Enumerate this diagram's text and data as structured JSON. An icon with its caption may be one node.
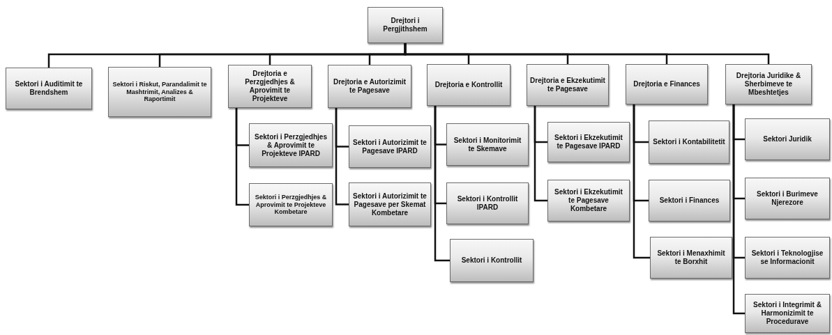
{
  "diagram": {
    "nodes": [
      {
        "text": [
          "Drejtori i Pergjithshem"
        ]
      },
      {
        "text": [
          "Sektori i Auditimit te Brendshem"
        ]
      },
      {
        "text": [
          "Sektori i Riskut, Parandalimit te Mashtrimit, Analizes & Raportimit"
        ]
      },
      {
        "text": [
          "Drejtoria e Perzgjedhjes & Aprovimit te Projekteve"
        ]
      },
      {
        "text": [
          "Drejtoria e Autorizimit te Pagesave"
        ]
      },
      {
        "text": [
          "Drejtoria e Kontrollit"
        ]
      },
      {
        "text": [
          "Drejtoria e Ekzekutimit te Pagesave"
        ]
      },
      {
        "text": [
          "Drejtoria e Finances"
        ]
      },
      {
        "text": [
          "Drejtoria Juridike & Sherbimeve te Mbeshtetjes"
        ]
      },
      {
        "text": [
          "Sektori i Perzgjedhjes & Aprovimit te Projekteve IPARD"
        ]
      },
      {
        "text": [
          "Sektori i Perzgjedhjes & Aprovimit te Projekteve Kombetare"
        ]
      },
      {
        "text": [
          "Sektori i Autorizimit te Pagesave IPARD"
        ]
      },
      {
        "text": [
          "Sektori i Autorizimit te Pagesave per Skemat Kombetare"
        ]
      },
      {
        "text": [
          "Sektori i Monitorimit te Skemave"
        ]
      },
      {
        "text": [
          "Sektori i Kontrollit IPARD"
        ]
      },
      {
        "text": [
          "Sektori i Kontrollit"
        ]
      },
      {
        "text": [
          "Sektori i Ekzekutimit te Pagesave IPARD"
        ]
      },
      {
        "text": [
          "Sektori i Ekzekutimit te Pagesave Kombetare"
        ]
      },
      {
        "text": [
          "Sektori i Kontabilitetit"
        ]
      },
      {
        "text": [
          "Sektori i Finances"
        ]
      },
      {
        "text": [
          "Sektori i Menaxhimit te Borxhit"
        ]
      },
      {
        "text": [
          "Sektori Juridik"
        ]
      },
      {
        "text": [
          "Sektori i Burimeve Njerezore"
        ]
      },
      {
        "text": [
          "Sektori i Teknologjise se Informacionit"
        ]
      },
      {
        "text": [
          "Sektori i Integrimit & Harmonizimit te Procedurave"
        ]
      }
    ],
    "edges": [
      {
        "from": 0,
        "to": 1,
        "arrow": "none"
      },
      {
        "from": 0,
        "to": 2,
        "arrow": "none"
      },
      {
        "from": 0,
        "to": 3,
        "arrow": "none"
      },
      {
        "from": 0,
        "to": 4,
        "arrow": "none"
      },
      {
        "from": 0,
        "to": 5,
        "arrow": "none"
      },
      {
        "from": 0,
        "to": 6,
        "arrow": "none"
      },
      {
        "from": 0,
        "to": 7,
        "arrow": "none"
      },
      {
        "from": 0,
        "to": 8,
        "arrow": "none"
      },
      {
        "from": 3,
        "to": 9,
        "arrow": "none"
      },
      {
        "from": 3,
        "to": 10,
        "arrow": "none"
      },
      {
        "from": 4,
        "to": 11,
        "arrow": "none"
      },
      {
        "from": 4,
        "to": 12,
        "arrow": "none"
      },
      {
        "from": 5,
        "to": 13,
        "arrow": "none"
      },
      {
        "from": 5,
        "to": 14,
        "arrow": "none"
      },
      {
        "from": 5,
        "to": 15,
        "arrow": "none"
      },
      {
        "from": 6,
        "to": 16,
        "arrow": "none"
      },
      {
        "from": 6,
        "to": 17,
        "arrow": "none"
      },
      {
        "from": 7,
        "to": 18,
        "arrow": "none"
      },
      {
        "from": 7,
        "to": 19,
        "arrow": "none"
      },
      {
        "from": 7,
        "to": 20,
        "arrow": "none"
      },
      {
        "from": 8,
        "to": 21,
        "arrow": "none"
      },
      {
        "from": 8,
        "to": 22,
        "arrow": "none"
      },
      {
        "from": 8,
        "to": 23,
        "arrow": "none"
      },
      {
        "from": 8,
        "to": 24,
        "arrow": "none"
      }
    ]
  }
}
